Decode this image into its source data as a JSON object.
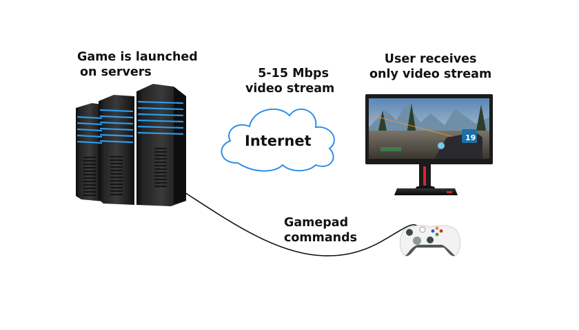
{
  "diagram": {
    "title": "Cloud gaming architecture",
    "server": {
      "label_lines": [
        "Game is launched",
        "on servers"
      ],
      "icon": "server-rack-icon",
      "light_color": "#2fa8ff"
    },
    "network": {
      "label_lines": [
        "5-15 Mbps",
        "video stream"
      ],
      "cloud_text": "Internet",
      "cloud_color": "#2e8ee8",
      "icon": "cloud-icon"
    },
    "client": {
      "label_lines": [
        "User receives",
        "only video stream"
      ],
      "icon": "monitor-icon",
      "screen_hud_number": "19",
      "accent_color": "#d8262a"
    },
    "input": {
      "label_lines": [
        "Gamepad",
        "commands"
      ],
      "icon": "gamepad-icon",
      "button_colors": [
        "#f28a1a",
        "#d62a2a",
        "#2a5ad6",
        "#3a9a2a"
      ]
    }
  }
}
